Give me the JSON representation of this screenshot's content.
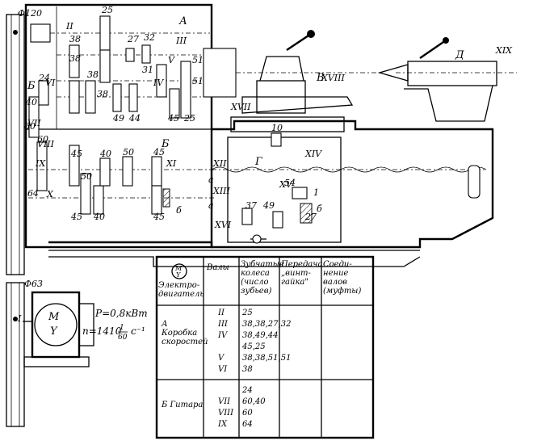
{
  "diagram": {
    "pulley_diameters": {
      "upper": "Φ120",
      "lower": "Φ63"
    },
    "section_letters": {
      "speedbox": "А",
      "guitar": "Б",
      "carriage": "В",
      "apron": "Г",
      "tailstock": "Д"
    },
    "shaft_labels": [
      "II",
      "III",
      "IV",
      "V",
      "VI",
      "VII",
      "VIII",
      "IX",
      "X",
      "XI",
      "XII",
      "XIII",
      "XIV",
      "XV",
      "XVI",
      "XVII",
      "XVIII",
      "XIX",
      "I"
    ],
    "gear_numbers": {
      "speedbox": [
        "25",
        "27",
        "32",
        "38",
        "31",
        "51",
        "38",
        "38",
        "38",
        "49",
        "44",
        "45",
        "25",
        "51"
      ],
      "guitar": [
        "24",
        "40",
        "60",
        "60",
        "64"
      ],
      "feed": [
        "45",
        "50",
        "40",
        "50",
        "45",
        "45",
        "40",
        "45"
      ],
      "apron": [
        "10",
        "54",
        "37",
        "49",
        "27"
      ],
      "letters_small": [
        "а",
        "а",
        "б",
        "б",
        "1"
      ]
    },
    "motor": {
      "symbol_top": "М",
      "symbol_bottom": "Y",
      "power": "P=0,8кВт",
      "speed_prefix": "n=1410",
      "speed_num": "1",
      "speed_den": "60",
      "speed_unit": "c⁻¹"
    }
  },
  "table": {
    "motor_symbol": {
      "top": "М",
      "bottom": "Y"
    },
    "headers": {
      "motor": "Электро-двигатель",
      "shafts": "Валы",
      "gears": "Зубчатые колеса (число зубьев)",
      "screw_nut": "Передача „винт-гайка\"",
      "coupling": "Соеди-нение валов (муфты)"
    },
    "groups": [
      {
        "name": "А Коробка скоростей",
        "shafts": [
          "II",
          "III",
          "IV",
          "",
          "V",
          "VI"
        ],
        "gears": [
          "25",
          "38,38,27,32",
          "38,49,44",
          "45,25",
          "38,38,51,51",
          "38"
        ]
      },
      {
        "name": "Б Гитара",
        "shafts": [
          "",
          "VII",
          "VIII",
          "IX"
        ],
        "gears": [
          "24",
          "60,40",
          "60",
          "64"
        ]
      }
    ]
  }
}
